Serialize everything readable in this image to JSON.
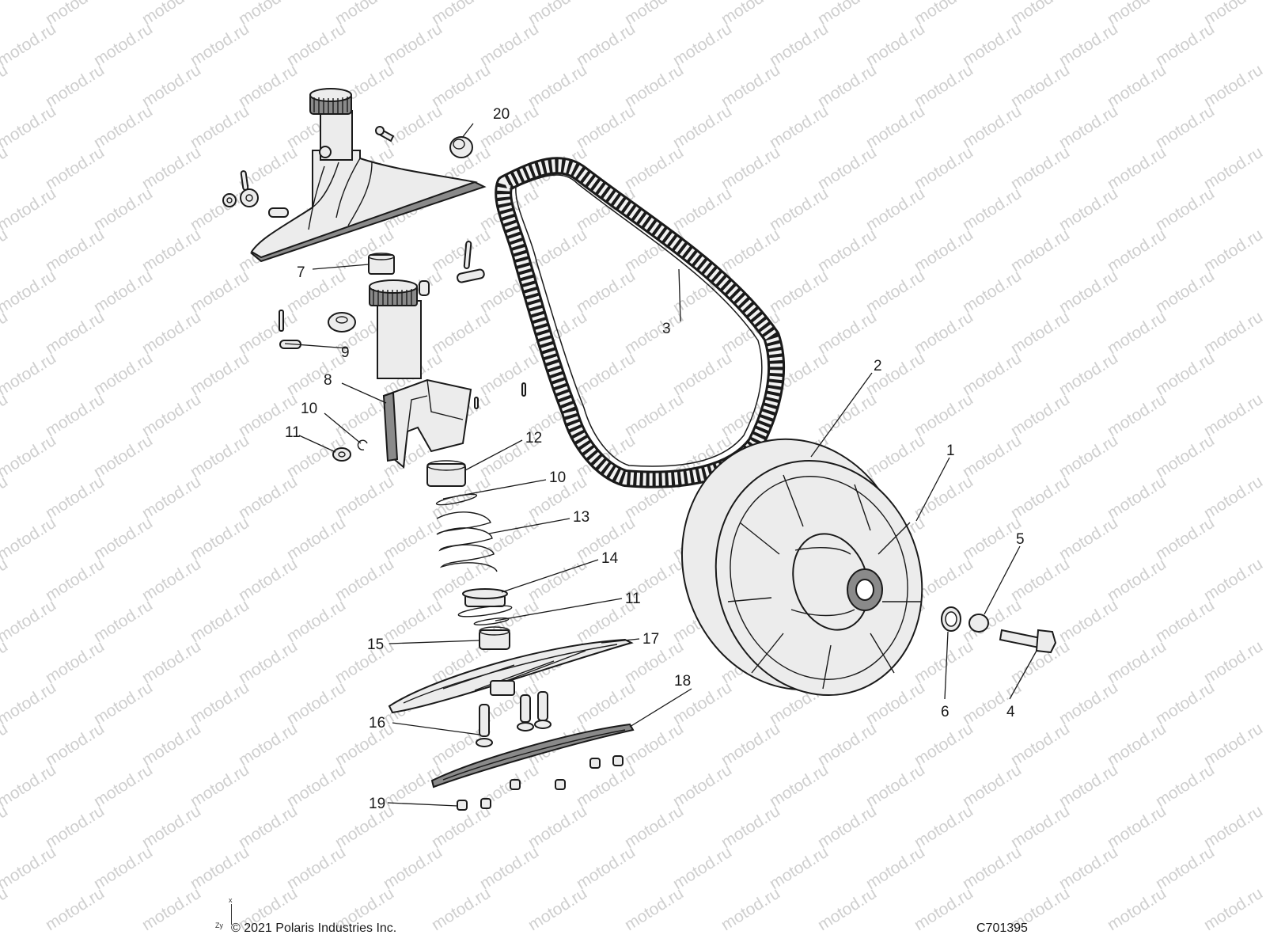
{
  "watermark": {
    "text": "motod.ru",
    "color": "#cfcfcf"
  },
  "footer": {
    "copyright": "© 2021 Polaris Industries Inc.",
    "figure_code": "C701395"
  },
  "axis_indicator": {
    "x_label": "x",
    "zy_label": "Zy"
  },
  "callouts": [
    {
      "id": "c1",
      "label": "1"
    },
    {
      "id": "c2",
      "label": "2"
    },
    {
      "id": "c3",
      "label": "3"
    },
    {
      "id": "c4",
      "label": "4"
    },
    {
      "id": "c5",
      "label": "5"
    },
    {
      "id": "c6",
      "label": "6"
    },
    {
      "id": "c7",
      "label": "7"
    },
    {
      "id": "c8",
      "label": "8"
    },
    {
      "id": "c9",
      "label": "9"
    },
    {
      "id": "c10a",
      "label": "10"
    },
    {
      "id": "c10b",
      "label": "10"
    },
    {
      "id": "c11a",
      "label": "11"
    },
    {
      "id": "c11b",
      "label": "11"
    },
    {
      "id": "c12",
      "label": "12"
    },
    {
      "id": "c13",
      "label": "13"
    },
    {
      "id": "c14",
      "label": "14"
    },
    {
      "id": "c15",
      "label": "15"
    },
    {
      "id": "c16",
      "label": "16"
    },
    {
      "id": "c17",
      "label": "17"
    },
    {
      "id": "c18",
      "label": "18"
    },
    {
      "id": "c19",
      "label": "19"
    },
    {
      "id": "c20",
      "label": "20"
    }
  ]
}
